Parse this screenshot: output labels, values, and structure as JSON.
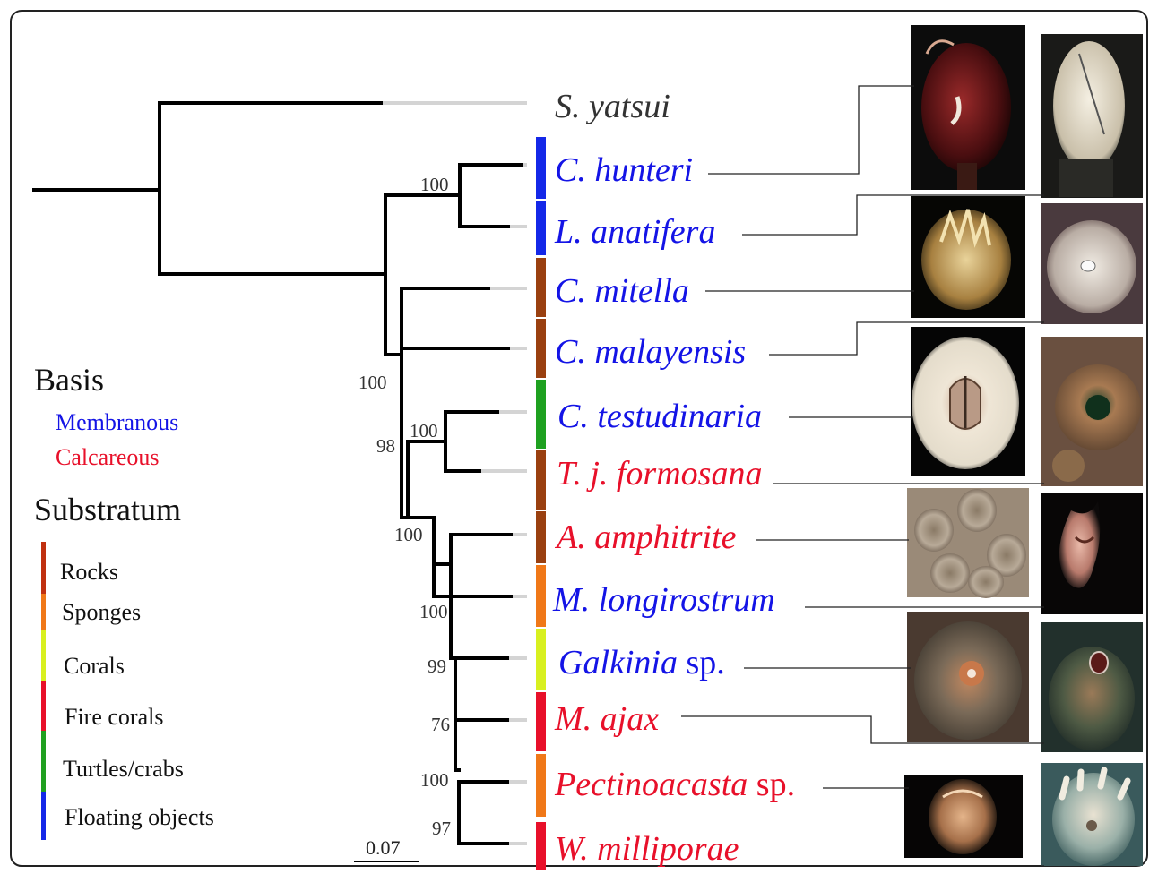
{
  "title": "",
  "legend": {
    "basis_title": "Basis",
    "basis_items": [
      {
        "label": "Membranous",
        "color": "#1414e6"
      },
      {
        "label": "Calcareous",
        "color": "#e8102a"
      }
    ],
    "substratum_title": "Substratum",
    "substratum_items": [
      {
        "label": "Rocks",
        "color": "#c03010"
      },
      {
        "label": "Sponges",
        "color": "#f07818"
      },
      {
        "label": "Corals",
        "color": "#d8f020"
      },
      {
        "label": "Fire corals",
        "color": "#e8102a"
      },
      {
        "label": "Turtles/crabs",
        "color": "#20a020"
      },
      {
        "label": "Floating objects",
        "color": "#1428e8"
      }
    ]
  },
  "scale_bar": {
    "label": "0.07"
  },
  "taxa": [
    {
      "genus": "S. yatsui",
      "suffix": "",
      "basis": "none",
      "substratum": ""
    },
    {
      "genus": "C. hunteri",
      "suffix": "",
      "basis": "Membranous",
      "substratum": "Floating objects"
    },
    {
      "genus": "L. anatifera",
      "suffix": "",
      "basis": "Membranous",
      "substratum": "Floating objects"
    },
    {
      "genus": "C. mitella",
      "suffix": "",
      "basis": "Membranous",
      "substratum": "Rocks"
    },
    {
      "genus": "C. malayensis",
      "suffix": "",
      "basis": "Membranous",
      "substratum": "Rocks"
    },
    {
      "genus": "C. testudinaria",
      "suffix": "",
      "basis": "Membranous",
      "substratum": "Turtles/crabs"
    },
    {
      "genus": "T. j. formosana",
      "suffix": "",
      "basis": "Calcareous",
      "substratum": "Rocks"
    },
    {
      "genus": "A. amphitrite",
      "suffix": "",
      "basis": "Calcareous",
      "substratum": "Rocks"
    },
    {
      "genus": "M. longirostrum",
      "suffix": "",
      "basis": "Membranous",
      "substratum": "Sponges"
    },
    {
      "genus": "Galkinia",
      "suffix": " sp.",
      "basis": "Membranous",
      "substratum": "Corals"
    },
    {
      "genus": "M. ajax",
      "suffix": "",
      "basis": "Calcareous",
      "substratum": "Fire corals"
    },
    {
      "genus": "Pectinoacasta",
      "suffix": " sp.",
      "basis": "Calcareous",
      "substratum": "Sponges"
    },
    {
      "genus": "W. milliporae",
      "suffix": "",
      "basis": "Calcareous",
      "substratum": "Fire corals"
    }
  ],
  "support_values": [
    "100",
    "100",
    "98",
    "100",
    "100",
    "100",
    "99",
    "76",
    "100",
    "97"
  ],
  "colors": {
    "membranous": "#1414e6",
    "calcareous": "#e8102a",
    "outgroup": "#333333",
    "branch": "#000000",
    "branch_tip": "#d0d0d0"
  },
  "photos": [
    {
      "name": "c-hunteri-photo",
      "tone": "dark-red"
    },
    {
      "name": "l-anatifera-photo",
      "tone": "white-shell"
    },
    {
      "name": "c-mitella-photo",
      "tone": "tan"
    },
    {
      "name": "c-malayensis-photo",
      "tone": "white-rough"
    },
    {
      "name": "c-testudinaria-photo",
      "tone": "white-disc"
    },
    {
      "name": "t-j-formosana-photo",
      "tone": "brown-green"
    },
    {
      "name": "a-amphitrite-photo",
      "tone": "grey-brown"
    },
    {
      "name": "m-longirostrum-photo",
      "tone": "pink"
    },
    {
      "name": "galkinia-photo",
      "tone": "olive"
    },
    {
      "name": "m-ajax-photo",
      "tone": "olive-dark"
    },
    {
      "name": "pectinoacasta-photo",
      "tone": "amber"
    },
    {
      "name": "w-milliporae-photo",
      "tone": "pale"
    }
  ]
}
